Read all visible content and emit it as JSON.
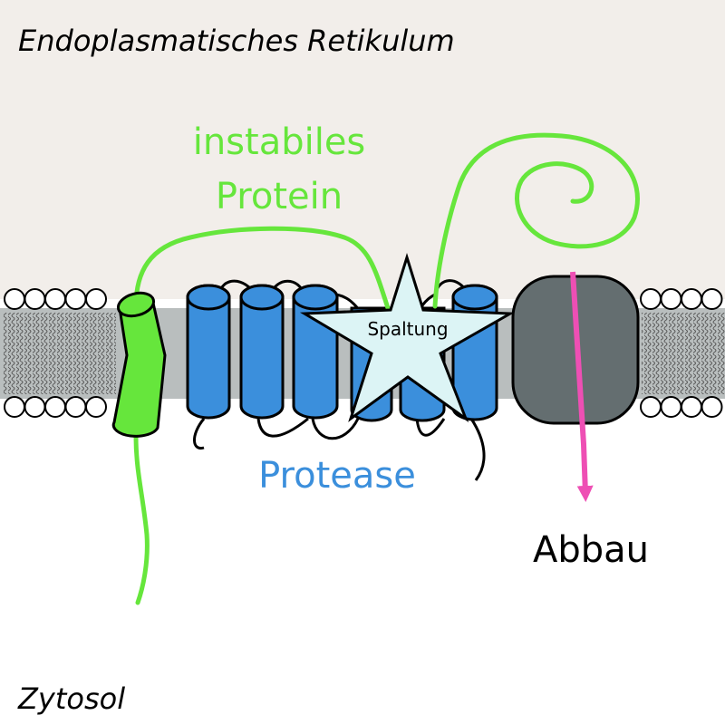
{
  "labels": {
    "er": "Endoplasmatisches Retikulum",
    "cytosol": "Zytosol",
    "protein_line1": "instabiles",
    "protein_line2": "Protein",
    "protease": "Protease",
    "cleavage": "Spaltung",
    "degradation": "Abbau"
  },
  "colors": {
    "er_lumen": "#f2eeea",
    "cytosol": "#ffffff",
    "membrane_core": "#b9bebe",
    "protein": "#66e63c",
    "protease": "#3b8fdc",
    "star": "#dcf4f5",
    "proteasome": "#646e70",
    "arrow": "#ee4fb4",
    "outline": "#000000"
  }
}
